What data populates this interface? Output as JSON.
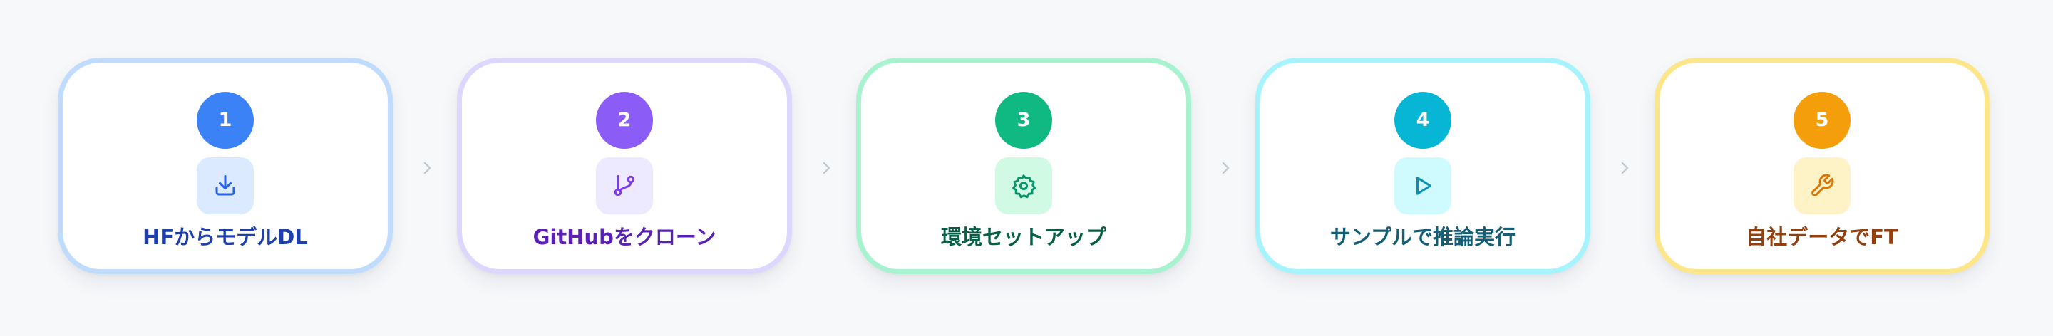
{
  "steps": [
    {
      "number": "1",
      "label": "HFからモデルDL",
      "icon": "download-icon",
      "colors": {
        "border": "#bfdbfe",
        "badge": "#3b82f6",
        "icon_bg": "#dbeafe",
        "icon": "#2563eb",
        "label": "#1e40af"
      }
    },
    {
      "number": "2",
      "label": "GitHubをクローン",
      "icon": "git-branch-icon",
      "colors": {
        "border": "#ddd6fe",
        "badge": "#8b5cf6",
        "icon_bg": "#ede9fe",
        "icon": "#7c3aed",
        "label": "#5b21b6"
      }
    },
    {
      "number": "3",
      "label": "環境セットアップ",
      "icon": "gear-icon",
      "colors": {
        "border": "#a7f3d0",
        "badge": "#10b981",
        "icon_bg": "#d1fae5",
        "icon": "#059669",
        "label": "#065f46"
      }
    },
    {
      "number": "4",
      "label": "サンプルで推論実行",
      "icon": "play-icon",
      "colors": {
        "border": "#a5f3fc",
        "badge": "#06b6d4",
        "icon_bg": "#cffafe",
        "icon": "#0891b2",
        "label": "#155e75"
      }
    },
    {
      "number": "5",
      "label": "自社データでFT",
      "icon": "wrench-icon",
      "colors": {
        "border": "#fde68a",
        "badge": "#f59e0b",
        "icon_bg": "#fef3c7",
        "icon": "#d97706",
        "label": "#92400e"
      }
    }
  ],
  "connector_icon": "chevron-right-icon",
  "connector_color": "#c5cbd3"
}
